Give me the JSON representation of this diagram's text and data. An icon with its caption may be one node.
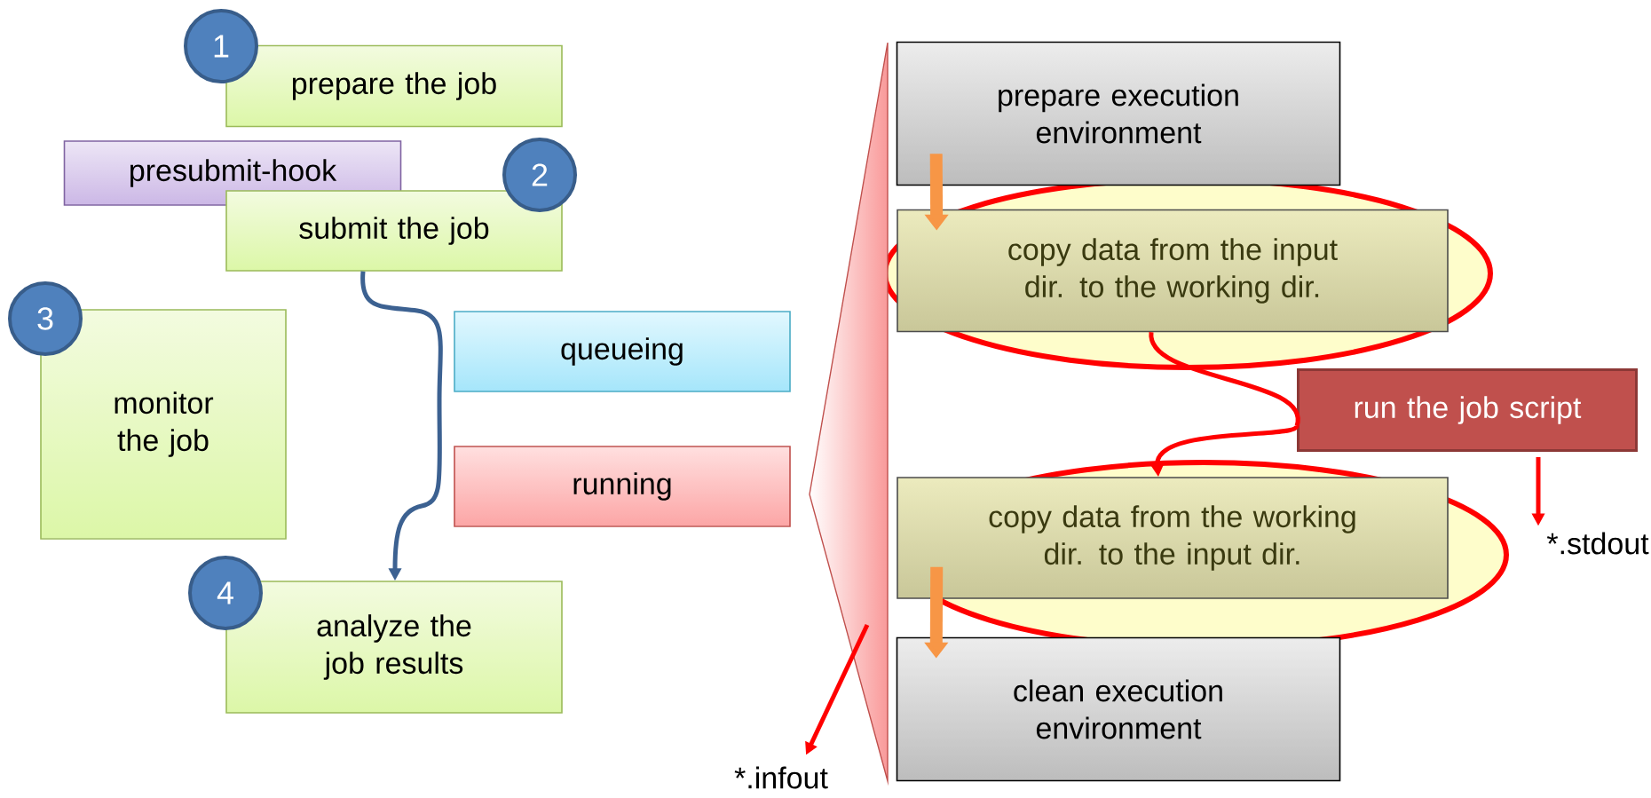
{
  "diagram": {
    "nodes": [
      {
        "text": [
          "1"
        ]
      },
      {
        "text": [
          "prepare the job"
        ]
      },
      {
        "text": [
          "presubmit-hook"
        ]
      },
      {
        "text": [
          "2"
        ]
      },
      {
        "text": [
          "submit the job"
        ]
      },
      {
        "text": [
          "3"
        ]
      },
      {
        "text": [
          "monitor the job"
        ]
      },
      {
        "text": [
          "queueing"
        ]
      },
      {
        "text": [
          "running"
        ]
      },
      {
        "text": [
          "4"
        ]
      },
      {
        "text": [
          "analyze the job results"
        ]
      },
      {
        "text": [],
        "shape": "triangle"
      },
      {
        "text": [
          "prepare execution environment"
        ]
      },
      {
        "text": [
          "copy data from the input dir. to the working dir."
        ]
      },
      {
        "text": [
          "run the job script"
        ]
      },
      {
        "text": [
          "copy data from the working dir. to the input dir."
        ]
      },
      {
        "text": [
          "clean execution environment"
        ]
      },
      {
        "text": [
          "*.infout"
        ]
      },
      {
        "text": [
          "*.stdout"
        ]
      }
    ],
    "edges": [
      {
        "from": 4,
        "to": 10,
        "arrow": "to",
        "color": "#3c6191"
      },
      {
        "from": 12,
        "to": 13,
        "arrow": "to",
        "style": "thick",
        "color": "#f79646"
      },
      {
        "from": 13,
        "to": 14,
        "arrow": "none"
      },
      {
        "from": 14,
        "to": 15,
        "arrow": "to"
      },
      {
        "from": 15,
        "to": 16,
        "arrow": "to",
        "style": "thick",
        "color": "#f79646"
      },
      {
        "from": 11,
        "to": 17,
        "arrow": "to"
      },
      {
        "from": 14,
        "to": 18,
        "arrow": "to"
      }
    ]
  }
}
